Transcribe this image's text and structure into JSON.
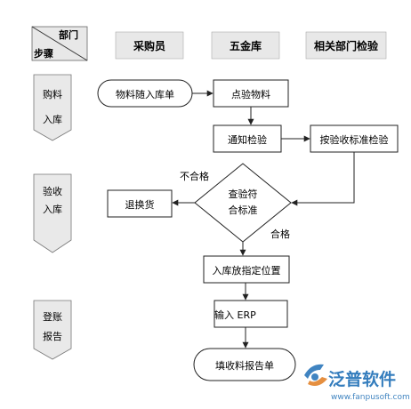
{
  "header": {
    "corner_top": "部门",
    "corner_bottom": "步骤",
    "columns": [
      "采购员",
      "五金库",
      "相关部门检验"
    ]
  },
  "steps": [
    {
      "line1": "购料",
      "line2": "入库"
    },
    {
      "line1": "验收",
      "line2": "入库"
    },
    {
      "line1": "登账",
      "line2": "报告"
    }
  ],
  "nodes": {
    "material_receipt": "物料随入库单",
    "check_material": "点验物料",
    "notify_inspection": "通知检验",
    "inspect_by_standard": "按验收标准检验",
    "decision_line1": "查验符",
    "decision_line2": "合标准",
    "return_goods": "退换货",
    "store_location": "入库放指定位置",
    "input_erp": "输入 ERP",
    "fill_report": "填收料报告单"
  },
  "labels": {
    "fail": "不合格",
    "pass": "合格"
  },
  "watermark": {
    "brand": "泛普软件",
    "url": "www.fanpusoft.com"
  },
  "colors": {
    "header_fill": "#e8e8e8",
    "step_fill": "#e9e9e9",
    "line": "#333333",
    "brand_blue": "#1f6fb6"
  }
}
